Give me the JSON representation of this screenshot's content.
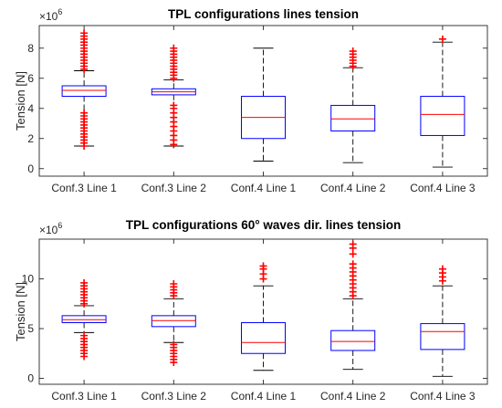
{
  "chart_data": [
    {
      "type": "box",
      "title": "TPL configurations lines tension",
      "ylabel": "Tension [N]",
      "y_exponent_base": "×10",
      "y_exponent": "6",
      "ylim": [
        -0.5,
        9.5
      ],
      "yticks": [
        0,
        2,
        4,
        6,
        8
      ],
      "categories": [
        "Conf.3 Line 1",
        "Conf.3 Line 2",
        "Conf.4 Line 1",
        "Conf.4 Line 2",
        "Conf.4 Line 3"
      ],
      "boxes": [
        {
          "whisker_low": 1.5,
          "q1": 4.8,
          "median": 5.2,
          "q3": 5.5,
          "whisker_high": 6.5,
          "outliers_low": [
            1.5,
            1.7,
            1.9,
            2.1,
            2.3,
            2.5,
            2.7,
            2.9,
            3.1,
            3.3,
            3.5,
            3.7
          ],
          "outliers_high": [
            6.6,
            6.8,
            7.0,
            7.2,
            7.4,
            7.6,
            7.8,
            8.0,
            8.2,
            8.4,
            8.6,
            8.8,
            9.0
          ]
        },
        {
          "whisker_low": 1.5,
          "q1": 4.9,
          "median": 5.1,
          "q3": 5.3,
          "whisker_high": 5.9,
          "outliers_low": [
            1.6,
            1.9,
            2.2,
            2.5,
            2.8,
            3.1,
            3.4,
            3.7,
            4.0,
            4.2
          ],
          "outliers_high": [
            6.0,
            6.2,
            6.4,
            6.6,
            6.8,
            7.0,
            7.2,
            7.4,
            7.6,
            7.8,
            8.0
          ]
        },
        {
          "whisker_low": 0.5,
          "q1": 2.0,
          "median": 3.4,
          "q3": 4.8,
          "whisker_high": 8.0,
          "outliers_low": [],
          "outliers_high": []
        },
        {
          "whisker_low": 0.4,
          "q1": 2.5,
          "median": 3.3,
          "q3": 4.2,
          "whisker_high": 6.7,
          "outliers_low": [],
          "outliers_high": [
            6.8,
            7.0,
            7.2,
            7.4,
            7.6,
            7.8
          ]
        },
        {
          "whisker_low": 0.1,
          "q1": 2.2,
          "median": 3.6,
          "q3": 4.8,
          "whisker_high": 8.4,
          "outliers_low": [],
          "outliers_high": [
            8.6
          ]
        }
      ]
    },
    {
      "type": "box",
      "title": "TPL configurations 60° waves dir. lines tension",
      "ylabel": "Tension [N]",
      "y_exponent_base": "×10",
      "y_exponent": "6",
      "ylim": [
        -0.6,
        14
      ],
      "yticks": [
        0,
        5,
        10
      ],
      "categories": [
        "Conf.3 Line 1",
        "Conf.3 Line 2",
        "Conf.4 Line 1",
        "Conf.4 Line 2",
        "Conf.4 Line 3"
      ],
      "boxes": [
        {
          "whisker_low": 4.6,
          "q1": 5.6,
          "median": 5.9,
          "q3": 6.3,
          "whisker_high": 7.3,
          "outliers_low": [
            2.2,
            2.5,
            2.8,
            3.1,
            3.4,
            3.7,
            4.0,
            4.3
          ],
          "outliers_high": [
            7.5,
            7.8,
            8.1,
            8.4,
            8.7,
            9.0,
            9.3,
            9.6
          ]
        },
        {
          "whisker_low": 3.6,
          "q1": 5.2,
          "median": 5.8,
          "q3": 6.3,
          "whisker_high": 8.0,
          "outliers_low": [
            1.6,
            1.9,
            2.2,
            2.5,
            2.8,
            3.1,
            3.4
          ],
          "outliers_high": [
            8.3,
            8.6,
            8.9,
            9.2,
            9.5
          ]
        },
        {
          "whisker_low": 0.8,
          "q1": 2.5,
          "median": 3.6,
          "q3": 5.6,
          "whisker_high": 9.3,
          "outliers_low": [],
          "outliers_high": [
            10.0,
            10.5,
            11.0,
            11.3
          ]
        },
        {
          "whisker_low": 0.9,
          "q1": 2.8,
          "median": 3.7,
          "q3": 4.8,
          "whisker_high": 8.0,
          "outliers_low": [],
          "outliers_high": [
            8.3,
            8.7,
            9.1,
            9.5,
            9.9,
            10.3,
            10.7,
            11.1,
            11.5,
            12.5,
            13.1,
            13.5
          ]
        },
        {
          "whisker_low": 0.2,
          "q1": 2.9,
          "median": 4.7,
          "q3": 5.5,
          "whisker_high": 9.3,
          "outliers_low": [],
          "outliers_high": [
            9.8,
            10.2,
            10.6,
            11.0
          ]
        }
      ]
    }
  ],
  "colors": {
    "box": "#0000ff",
    "median": "#ff0000",
    "whisker": "#000000",
    "outlier": "#ff0000",
    "axis": "#262626"
  }
}
